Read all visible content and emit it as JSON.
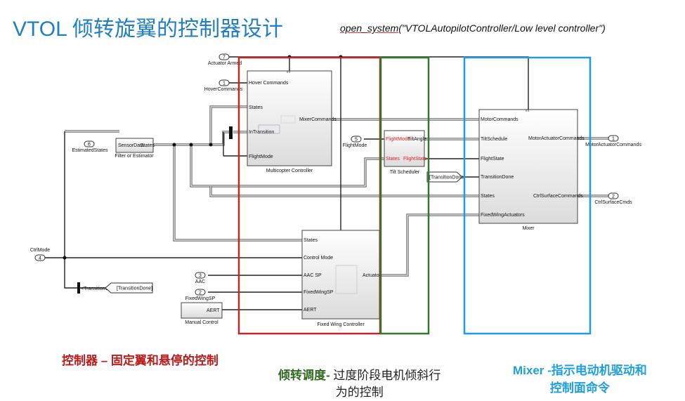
{
  "slide": {
    "title": "VTOL 倾转旋翼的控制器设计",
    "command_prefix": "open_system",
    "command_args": "(\"VTOLAutopilotController/Low level controller\")"
  },
  "regions": {
    "controller": {
      "heading": "控制器 –",
      "text": " 固定翼和悬停的控制",
      "color": "#b91c1c"
    },
    "tilt": {
      "heading": "倾转调度-",
      "text": " 过度阶段电机倾斜行",
      "text2": "为的控制",
      "color": "#2e6b1f"
    },
    "mixer": {
      "line1": "Mixer -指示电动机驱动和",
      "line2": "控制面命令",
      "color": "#1ea0e0"
    }
  },
  "diagram": {
    "inports": [
      {
        "num": "7",
        "label": "Actuator Armed"
      },
      {
        "num": "1",
        "label": "HoverCommands"
      },
      {
        "num": "6",
        "label": "EstimatedStates"
      },
      {
        "num": "5",
        "label": "FlightMode"
      },
      {
        "num": "4",
        "label": "CtrlMode"
      },
      {
        "num": "3",
        "label": "AAC"
      },
      {
        "num": "2",
        "label": "FixedWingSP"
      }
    ],
    "outports": [
      {
        "num": "1",
        "label": "MotorActuatorCommands"
      },
      {
        "num": "2",
        "label": "CtrlSurfaceCmds"
      }
    ],
    "filter": {
      "name": "Filter or Estimator",
      "in": "SensorData",
      "out": "States"
    },
    "multicopter": {
      "name": "Multicopter Controller",
      "ports": [
        "Hover Commands",
        "States",
        "InTransition",
        "FlightMode"
      ],
      "out": "MixerCommands"
    },
    "tilt_scheduler": {
      "name": "Tilt Scheduler",
      "in1": "FlightMode",
      "out1": "TiltAngle",
      "in2": "States",
      "out2": "FlightState"
    },
    "mixer": {
      "name": "Mixer",
      "ports": [
        "MotorCommands",
        "TiltSchedule",
        "FlightState",
        "TransitionDone",
        "States",
        "FixedWingActuators"
      ],
      "outs": [
        "MotorActuatorCommands",
        "CtrlSurfaceCommands"
      ]
    },
    "fixed_wing": {
      "name": "Fixed Wing Controller",
      "ports": [
        "States",
        "Control Mode",
        "AAC SP",
        "FixedWingSP",
        "AERT"
      ],
      "out": "Actuator"
    },
    "manual": {
      "name": "Manual Control",
      "out": "AERT"
    },
    "goto_transition": "[TransitionDone]",
    "from_transition": "[TransitionDone]",
    "transition_condition": "<TransitionCondition>"
  },
  "colors": {
    "title": "#1f7fc1",
    "red_box": "#c0272d",
    "green_box": "#2f7a2a",
    "blue_box": "#1e9be9",
    "signal_red": "#e0202a"
  }
}
